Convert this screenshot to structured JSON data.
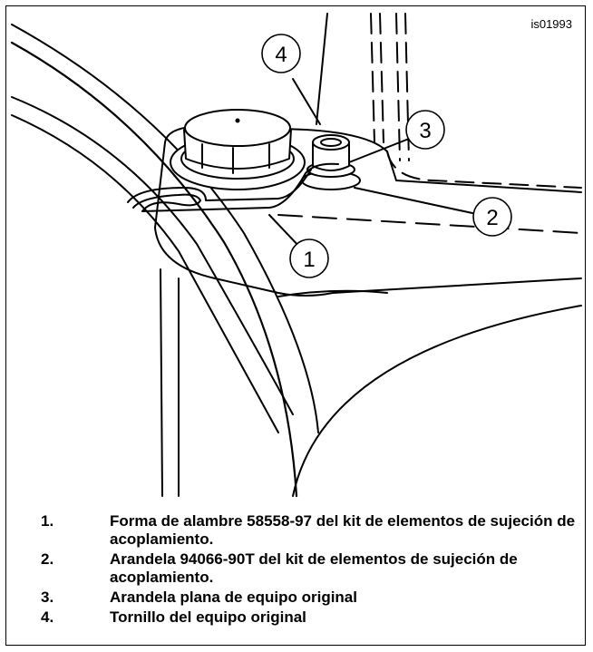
{
  "figure_id": "is01993",
  "callouts": [
    "1",
    "2",
    "3",
    "4"
  ],
  "legend": [
    {
      "number": "1.",
      "text": "Forma de alambre 58558-97 del kit de elementos de sujeción de acoplamiento."
    },
    {
      "number": "2.",
      "text": "Arandela 94066-90T del kit de elementos de sujeción de acoplamiento."
    },
    {
      "number": "3.",
      "text": "Arandela plana de equipo original"
    },
    {
      "number": "4.",
      "text": "Tornillo del equipo original"
    }
  ],
  "colors": {
    "ink": "#000000",
    "paper": "#ffffff"
  }
}
